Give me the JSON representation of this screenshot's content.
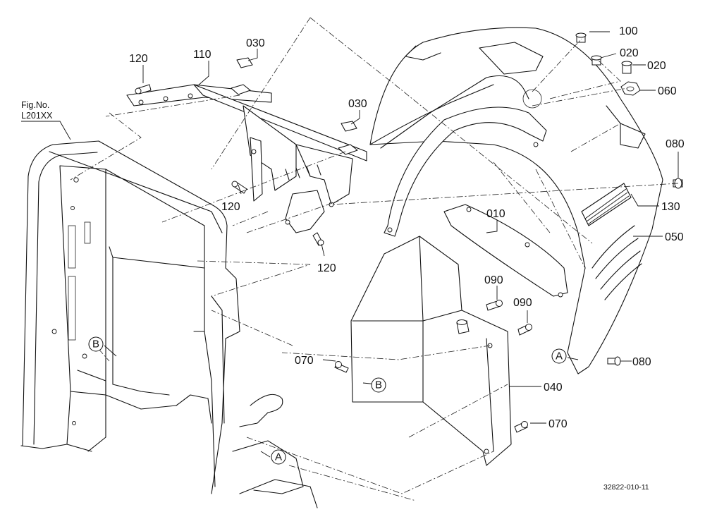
{
  "figure_reference": {
    "line1": "Fig.No.",
    "line2": "L201XX"
  },
  "drawing_code": "32822-010-11",
  "part_labels": [
    {
      "id": "p120a",
      "text": "120"
    },
    {
      "id": "p110",
      "text": "110"
    },
    {
      "id": "p030a",
      "text": "030"
    },
    {
      "id": "p030b",
      "text": "030"
    },
    {
      "id": "p120b",
      "text": "120"
    },
    {
      "id": "p120c",
      "text": "120"
    },
    {
      "id": "p100",
      "text": "100"
    },
    {
      "id": "p020a",
      "text": "020"
    },
    {
      "id": "p020b",
      "text": "020"
    },
    {
      "id": "p060",
      "text": "060"
    },
    {
      "id": "p080a",
      "text": "080"
    },
    {
      "id": "p130",
      "text": "130"
    },
    {
      "id": "p010",
      "text": "010"
    },
    {
      "id": "p050",
      "text": "050"
    },
    {
      "id": "p090a",
      "text": "090"
    },
    {
      "id": "p090b",
      "text": "090"
    },
    {
      "id": "p070a",
      "text": "070"
    },
    {
      "id": "p040",
      "text": "040"
    },
    {
      "id": "p070b",
      "text": "070"
    },
    {
      "id": "p080b",
      "text": "080"
    }
  ],
  "reference_markers": [
    {
      "id": "rB1",
      "text": "B"
    },
    {
      "id": "rB2",
      "text": "B"
    },
    {
      "id": "rA1",
      "text": "A"
    },
    {
      "id": "rA2",
      "text": "A"
    }
  ]
}
